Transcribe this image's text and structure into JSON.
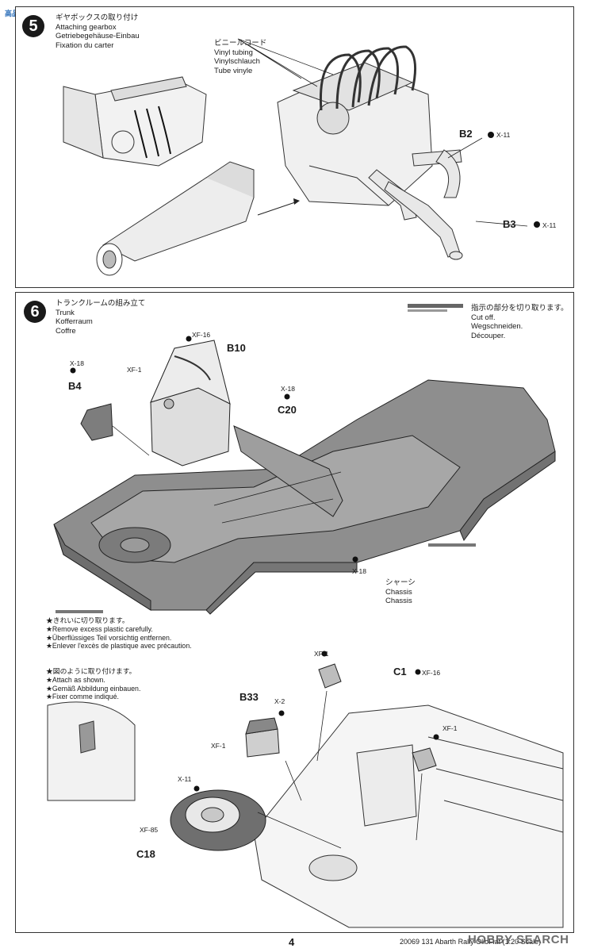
{
  "header_logo": "高品",
  "step5": {
    "number": "5",
    "title_jp": "ギヤボックスの取り付け",
    "title_en": "Attaching gearbox",
    "title_de": "Getriebegehäuse-Einbau",
    "title_fr": "Fixation du carter",
    "vinyl": {
      "jp": "ビニールコード",
      "en": "Vinyl tubing",
      "de": "Vinylschlauch",
      "fr": "Tube vinyle"
    },
    "part_b2": "B2",
    "part_b2_paint": "X-11",
    "part_b3": "B3",
    "part_b3_paint": "X-11"
  },
  "step6": {
    "number": "6",
    "title_jp": "トランクルームの組み立て",
    "title_en": "Trunk",
    "title_de": "Kofferraum",
    "title_fr": "Coffre",
    "cutoff": {
      "jp": "指示の部分を切り取ります。",
      "en": "Cut off.",
      "de": "Wegschneiden.",
      "fr": "Découper."
    },
    "parts": {
      "b10": "B10",
      "b10_paint": "XF-16",
      "b10_paint2": "XF-1",
      "b4": "B4",
      "b4_paint": "X-18",
      "c20": "C20",
      "c20_paint": "X-18",
      "chassis_paint": "X-18",
      "chassis_jp": "シャーシ",
      "chassis_en": "Chassis",
      "chassis_de": "Chassis"
    },
    "remove_note": [
      "★きれいに切り取ります。",
      "★Remove excess plastic carefully.",
      "★Überflüssiges Teil vorsichtig entfernen.",
      "★Enlever l'excès de plastique avec précaution."
    ],
    "attach_note": [
      "★図のように取り付けます。",
      "★Attach as shown.",
      "★Gemäß Abbildung einbauen.",
      "★Fixer comme indiqué."
    ],
    "lower": {
      "xf1_top": "XF-1",
      "c1": "C1",
      "c1_paint": "XF-16",
      "xf1_right": "XF-1",
      "b33": "B33",
      "b33_paint": "X-2",
      "b33_paint2": "XF-1",
      "tire_paint": "X-11",
      "tire_paint2": "XF-85",
      "c18": "C18"
    }
  },
  "footer": {
    "page": "4",
    "code": "20069  131 Abarth Rally OlioFiat (1:20 Scale)",
    "watermark": "HOBBY SEARCH"
  }
}
